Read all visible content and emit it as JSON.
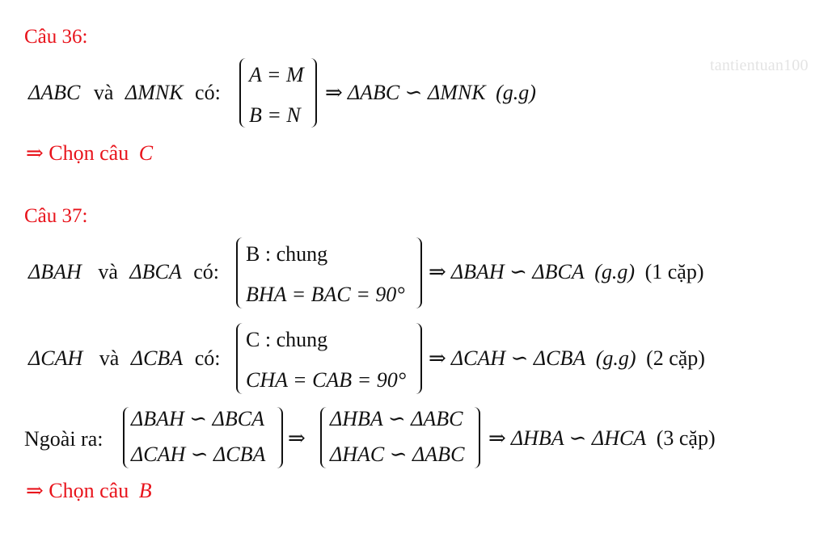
{
  "watermark": "tantientuan100",
  "q36": {
    "heading": "Câu 36:",
    "line_left": "ΔABC",
    "va": "và",
    "line_mid": "ΔMNK",
    "co": "có:",
    "cond1": "A = M",
    "cond2": "B = N",
    "result": "⇒ ΔABC ∽ ΔMNK",
    "reason": "(g.g)",
    "choose_prefix": "⇒ Chọn câu",
    "choose_answer": "C"
  },
  "q37": {
    "heading": "Câu 37:",
    "row1": {
      "left": "ΔBAH",
      "va": "và",
      "mid": "ΔBCA",
      "co": "có:",
      "cond1": "B : chung",
      "cond2": "BHA = BAC = 90°",
      "result": "⇒ ΔBAH ∽ ΔBCA",
      "reason": "(g.g)",
      "count": "(1 cặp)"
    },
    "row2": {
      "left": "ΔCAH",
      "va": "và",
      "mid": "ΔCBA",
      "co": "có:",
      "cond1": "C : chung",
      "cond2": "CHA = CAB = 90°",
      "result": "⇒ ΔCAH ∽ ΔCBA",
      "reason": "(g.g)",
      "count": "(2 cặp)"
    },
    "row3": {
      "label": "Ngoài ra:",
      "a1": "ΔBAH ∽ ΔBCA",
      "a2": "ΔCAH ∽ ΔCBA",
      "implies": "⇒",
      "b1": "ΔHBA ∽ ΔABC",
      "b2": "ΔHAC ∽ ΔABC",
      "result": "⇒ ΔHBA ∽ ΔHCA",
      "count": "(3 cặp)"
    },
    "choose_prefix": "⇒ Chọn câu",
    "choose_answer": "B"
  }
}
